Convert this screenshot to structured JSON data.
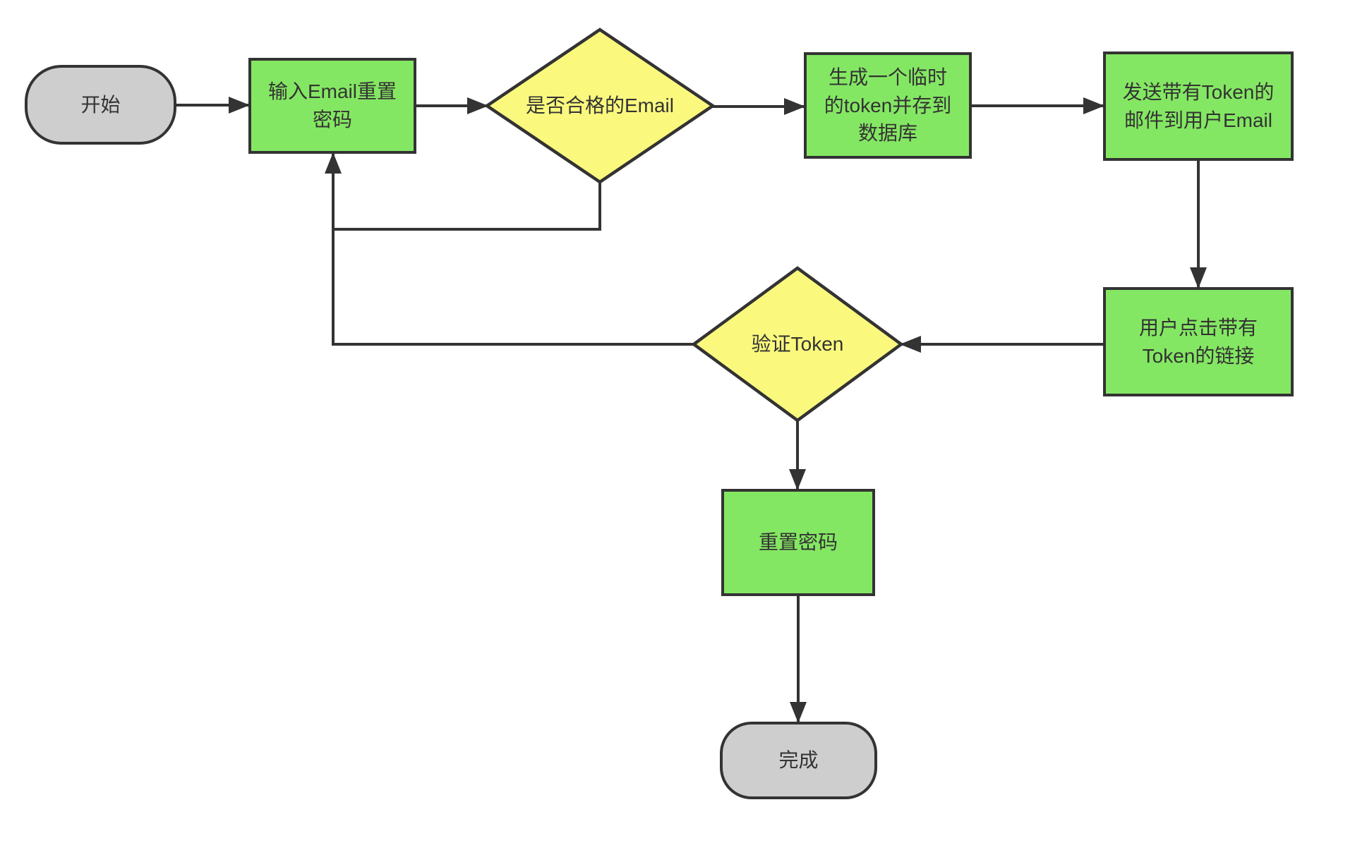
{
  "diagram": {
    "type": "flowchart",
    "background": "#ffffff",
    "colors": {
      "process": "#84e763",
      "decision": "#faf97e",
      "terminal": "#cecece",
      "stroke": "#333333",
      "text": "#333333"
    },
    "nodes": {
      "start": {
        "shape": "rounded",
        "label": "开始"
      },
      "enter_email": {
        "shape": "process",
        "label": "输入Email重置\n密码"
      },
      "check_email": {
        "shape": "decision",
        "label": "是否合格的Email"
      },
      "generate_token": {
        "shape": "process",
        "label": "生成一个临时\n的token并存到\n数据库"
      },
      "send_email": {
        "shape": "process",
        "label": "发送带有Token的\n邮件到用户Email"
      },
      "click_link": {
        "shape": "process",
        "label": "用户点击带有\nToken的链接"
      },
      "verify_token": {
        "shape": "decision",
        "label": "验证Token"
      },
      "reset_password": {
        "shape": "process",
        "label": "重置密码"
      },
      "done": {
        "shape": "rounded",
        "label": "完成"
      }
    },
    "edges": [
      {
        "from": "start",
        "to": "enter_email",
        "arrow": true
      },
      {
        "from": "enter_email",
        "to": "check_email",
        "arrow": true
      },
      {
        "from": "check_email",
        "to": "generate_token",
        "arrow": true
      },
      {
        "from": "generate_token",
        "to": "send_email",
        "arrow": true
      },
      {
        "from": "send_email",
        "to": "click_link",
        "arrow": true
      },
      {
        "from": "click_link",
        "to": "verify_token",
        "arrow": true
      },
      {
        "from": "verify_token",
        "to": "reset_password",
        "arrow": true
      },
      {
        "from": "reset_password",
        "to": "done",
        "arrow": true
      },
      {
        "from": "check_email",
        "to": "enter_email",
        "arrow": true,
        "note": "loop-back from bottom of decision"
      },
      {
        "from": "verify_token",
        "to": "enter_email",
        "arrow": true,
        "note": "loop-back from left of decision"
      }
    ]
  }
}
